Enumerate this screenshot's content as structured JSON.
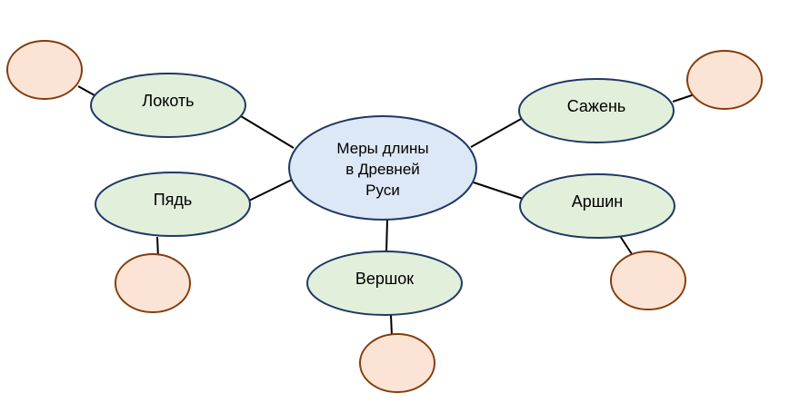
{
  "center": {
    "lines": [
      "Меры длины",
      "в Древней",
      "Руси"
    ]
  },
  "nodes": {
    "lokot": "Локоть",
    "pyad": "Пядь",
    "vershok": "Вершок",
    "sazhen": "Сажень",
    "arshin": "Аршин"
  },
  "colors": {
    "center_fill": "#dce8f5",
    "node_fill": "#e2efda",
    "leaf_fill": "#fbe4d5",
    "border": "#1f3864",
    "leaf_border": "#843c0c",
    "line": "#000000"
  }
}
